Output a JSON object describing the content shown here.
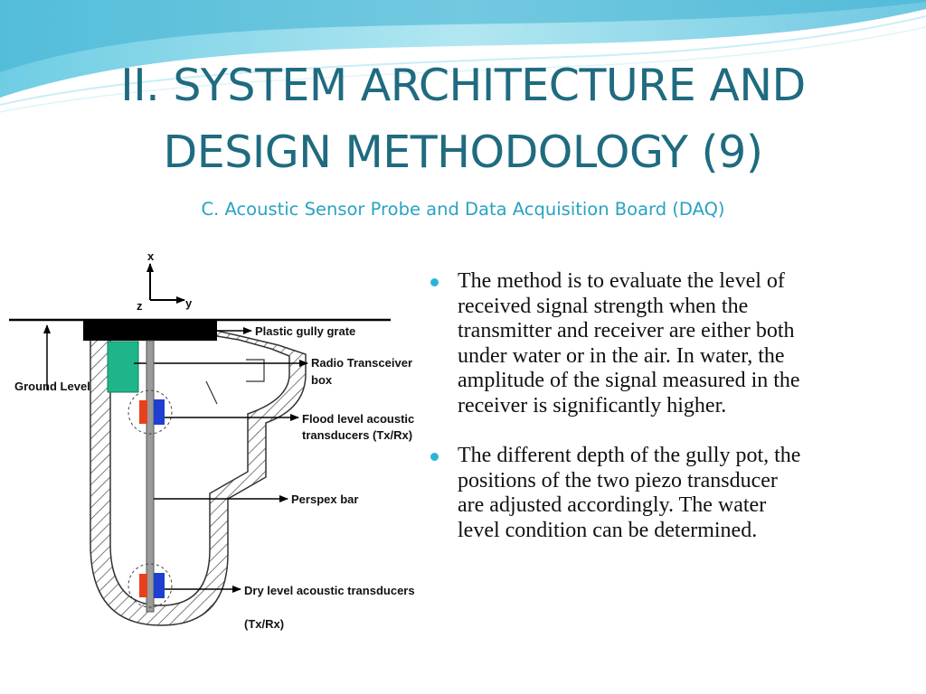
{
  "slide": {
    "title_line1": "II. SYSTEM ARCHITECTURE AND",
    "title_line2": "DESIGN METHODOLOGY (9)",
    "subtitle": "C. Acoustic Sensor Probe and Data Acquisition Board (DAQ)"
  },
  "diagram": {
    "axis_x": "x",
    "axis_y": "y",
    "axis_z": "z",
    "labels": {
      "ground_level": "Ground Level",
      "plastic_gully_grate": "Plastic gully grate",
      "radio_transceiver_1": "Radio Transceiver",
      "radio_transceiver_2": "box",
      "flood_level_1": "Flood level acoustic",
      "flood_level_2": "transducers (Tx/Rx)",
      "perspex_bar": "Perspex bar",
      "dry_level_1": "Dry level acoustic transducers",
      "dry_level_2": "(Tx/Rx)"
    }
  },
  "bullets": [
    {
      "text": "The method is to evaluate the level of received signal strength when the transmitter and receiver are either both under water or in the air. In water, the amplitude of the signal measured in the receiver is significantly higher."
    },
    {
      "text": "The different depth of the gully pot, the positions of the two piezo transducer are adjusted accordingly. The water level condition can be determined."
    }
  ],
  "colors": {
    "title": "#1f6b80",
    "subtitle": "#29a3c2",
    "bullet": "#29b6d6",
    "transceiver_box": "#1fb58a",
    "transducer_tx": "#e8401c",
    "transducer_rx": "#1f3fd1"
  }
}
